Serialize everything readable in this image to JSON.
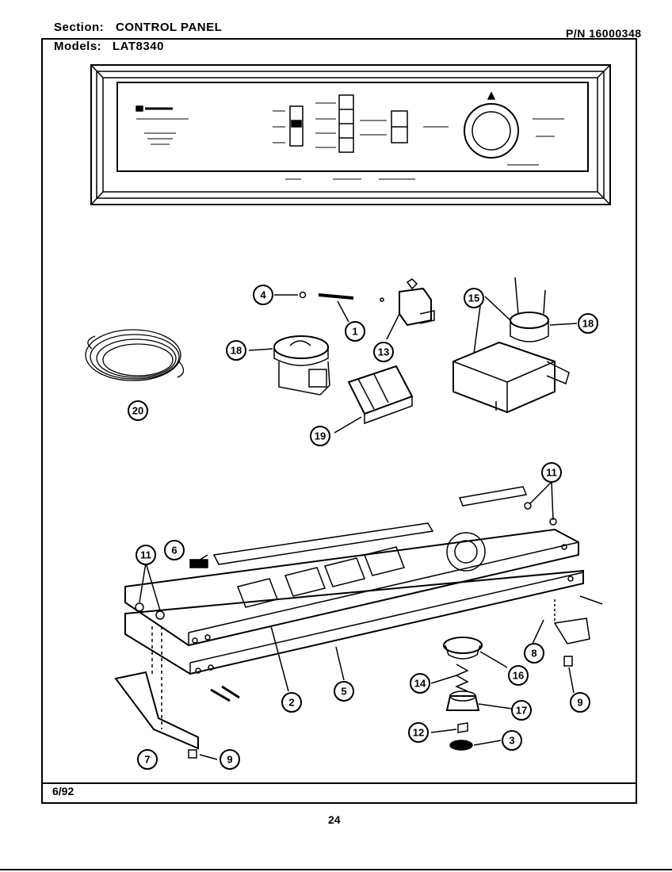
{
  "header": {
    "section_label": "Section:",
    "section_value": "CONTROL PANEL",
    "part_number": "P/N 16000348",
    "models_label": "Models:",
    "models_value": "LAT8340"
  },
  "footer": {
    "date": "6/92",
    "page": "24"
  },
  "callouts": [
    {
      "id": "c1",
      "label": "1"
    },
    {
      "id": "c2",
      "label": "2"
    },
    {
      "id": "c3",
      "label": "3"
    },
    {
      "id": "c4",
      "label": "4"
    },
    {
      "id": "c5",
      "label": "5"
    },
    {
      "id": "c6",
      "label": "6"
    },
    {
      "id": "c7",
      "label": "7"
    },
    {
      "id": "c8",
      "label": "8"
    },
    {
      "id": "c9a",
      "label": "9"
    },
    {
      "id": "c9b",
      "label": "9"
    },
    {
      "id": "c11a",
      "label": "11"
    },
    {
      "id": "c11b",
      "label": "11"
    },
    {
      "id": "c12",
      "label": "12"
    },
    {
      "id": "c13",
      "label": "13"
    },
    {
      "id": "c14",
      "label": "14"
    },
    {
      "id": "c15",
      "label": "15"
    },
    {
      "id": "c16",
      "label": "16"
    },
    {
      "id": "c17",
      "label": "17"
    },
    {
      "id": "c18a",
      "label": "18"
    },
    {
      "id": "c18b",
      "label": "18"
    },
    {
      "id": "c19",
      "label": "19"
    },
    {
      "id": "c20",
      "label": "20"
    }
  ]
}
